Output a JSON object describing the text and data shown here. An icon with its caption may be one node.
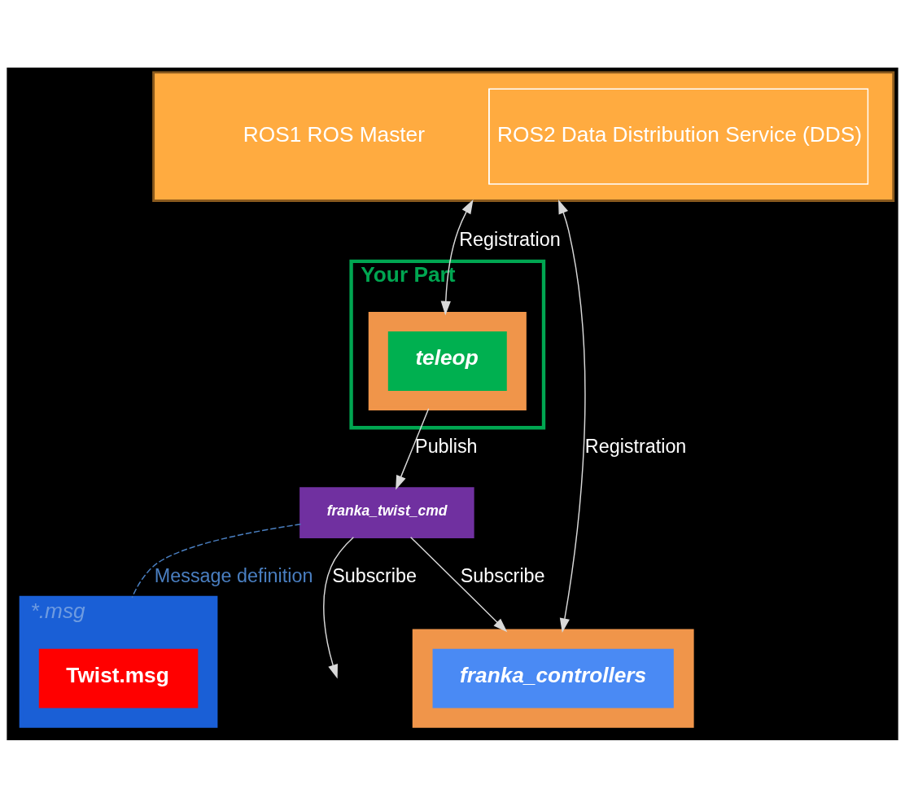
{
  "diagram": {
    "nodes": [
      {
        "text": [
          "ROS1 ROS Master",
          "ROS2 Data Distribution Service (DDS)"
        ]
      },
      {
        "text": [
          "Your Part"
        ]
      },
      {
        "text": [],
        "shape": "box",
        "in": 1
      },
      {
        "text": [
          "teleop"
        ],
        "in": 2
      },
      {
        "text": [],
        "shape": "box"
      },
      {
        "text": [
          "franka_controllers"
        ],
        "in": 4
      },
      {
        "text": [
          "franka_twist_cmd"
        ]
      },
      {
        "text": [
          "*.msg"
        ]
      },
      {
        "text": [
          "Twist.msg"
        ],
        "in": 7
      }
    ],
    "edges": [
      {
        "from": 0,
        "to": 2,
        "arrow": "both",
        "label": "Registration"
      },
      {
        "from": 0,
        "to": 4,
        "arrow": "both",
        "label": "Registration"
      },
      {
        "from": 2,
        "to": 6,
        "arrow": "to",
        "label": "Publish"
      },
      {
        "from": 6,
        "to": 4,
        "arrow": "to",
        "label": "Subscribe"
      },
      {
        "from": 6,
        "to": null,
        "arrow": "to",
        "label": "Subscribe"
      },
      {
        "from": 6,
        "to": 7,
        "arrow": "none",
        "label": "Message definition",
        "style": "dashed",
        "color": "#4a7fc1"
      }
    ]
  }
}
